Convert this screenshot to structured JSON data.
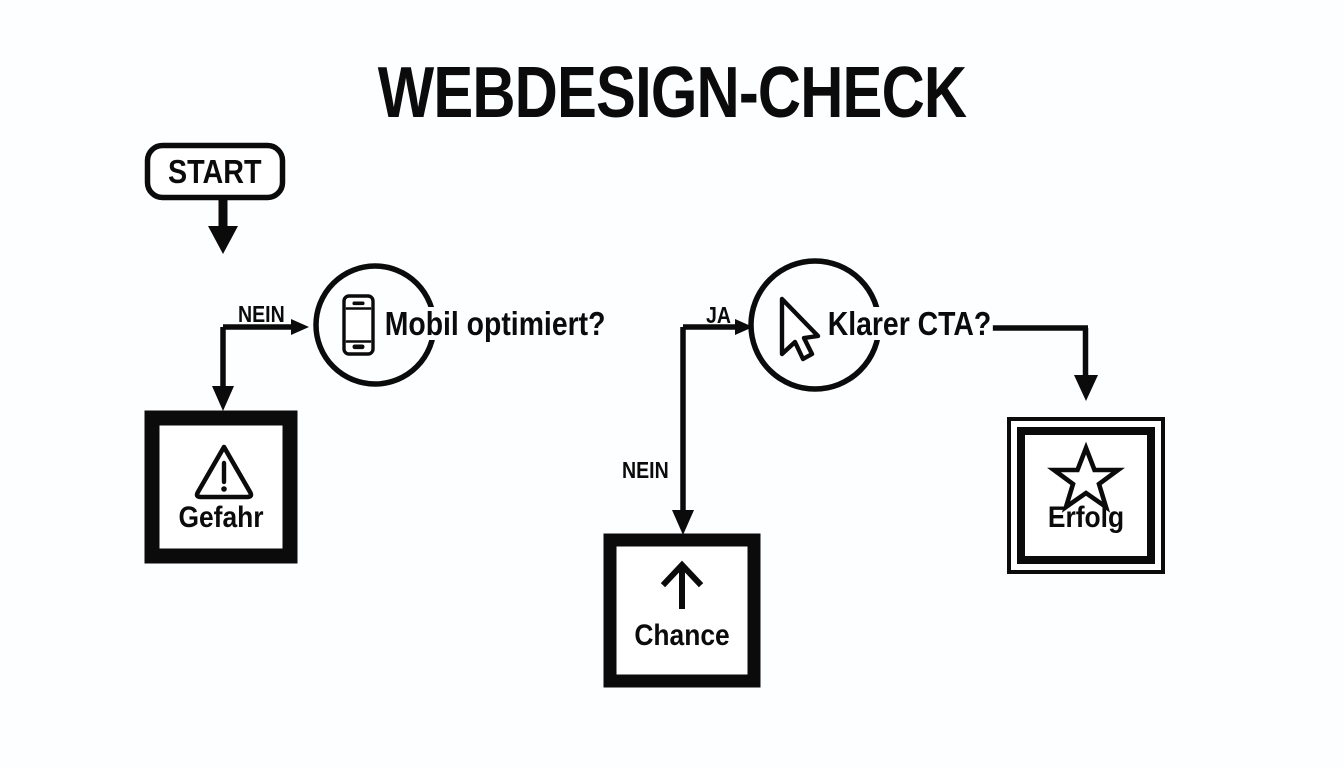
{
  "title": "WEBDESIGN-CHECK",
  "background_color": "#fcfeff",
  "ink_color": "#0b0b0b",
  "chart_data": {
    "type": "diagram",
    "title": "WEBDESIGN-CHECK",
    "diagram_kind": "flowchart",
    "nodes": [
      {
        "id": "start",
        "label": "START",
        "shape": "rounded-rect",
        "icon": null
      },
      {
        "id": "mobil",
        "label": "Mobil optimiert?",
        "shape": "circle",
        "icon": "mobile-phone-icon"
      },
      {
        "id": "gefahr",
        "label": "Gefahr",
        "shape": "thick-square",
        "icon": "warning-triangle-icon"
      },
      {
        "id": "cta",
        "label": "Klarer CTA?",
        "shape": "circle",
        "icon": "cursor-arrow-icon"
      },
      {
        "id": "chance",
        "label": "Chance",
        "shape": "thick-square",
        "icon": "up-arrow-icon"
      },
      {
        "id": "erfolg",
        "label": "Erfolg",
        "shape": "double-square",
        "icon": "star-icon"
      }
    ],
    "edges": [
      {
        "from": "start",
        "to": "mobil",
        "label": ""
      },
      {
        "from": "mobil",
        "to": "gefahr",
        "label": "NEIN"
      },
      {
        "from": "mobil",
        "to": "cta",
        "label": "JA"
      },
      {
        "from": "cta",
        "to": "chance",
        "label": "NEIN"
      },
      {
        "from": "cta",
        "to": "erfolg",
        "label": ""
      }
    ]
  },
  "nodes": {
    "start": {
      "label": "START"
    },
    "mobil": {
      "label": "Mobil optimiert?"
    },
    "cta": {
      "label": "Klarer CTA?"
    },
    "gefahr": {
      "label": "Gefahr"
    },
    "chance": {
      "label": "Chance"
    },
    "erfolg": {
      "label": "Erfolg"
    }
  },
  "edge_labels": {
    "nein_left": "NEIN",
    "ja_mid": "JA",
    "nein_mid": "NEIN"
  }
}
